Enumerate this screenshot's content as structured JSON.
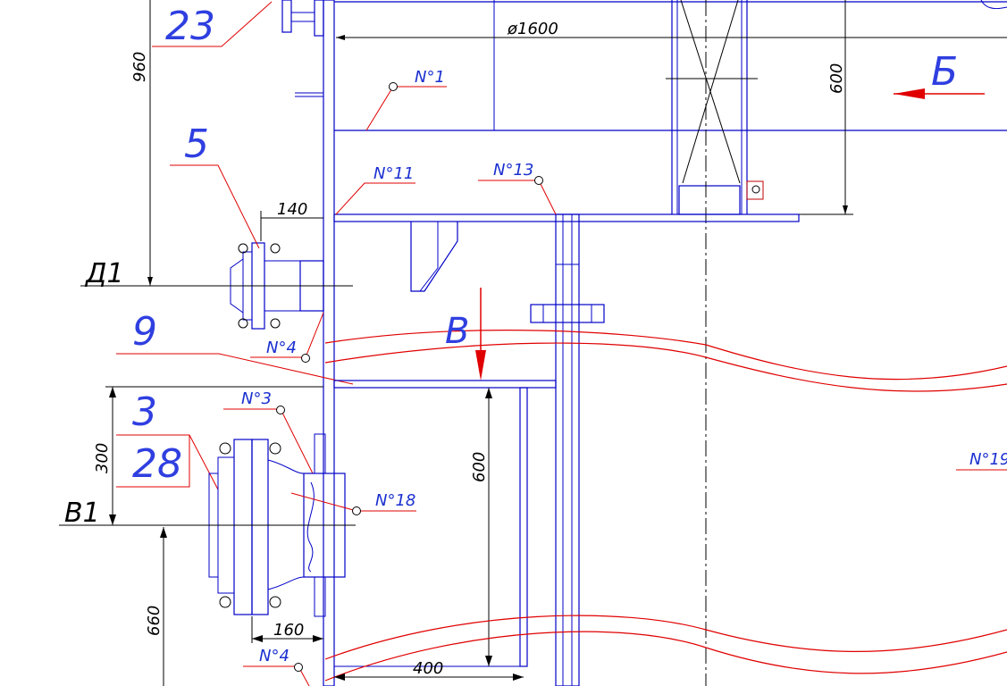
{
  "labels": {
    "item_23": "23",
    "item_5": "5",
    "item_9": "9",
    "item_3": "3",
    "item_28": "28",
    "section_B": "В",
    "section_Bb": "Б",
    "point_D1": "Д1",
    "point_V1": "В1"
  },
  "callouts": {
    "n1": "N°1",
    "n11": "N°11",
    "n13": "N°13",
    "n4_top": "N°4",
    "n3": "N°3",
    "n18": "N°18",
    "n19": "N°19",
    "n4_bottom": "N°4"
  },
  "dimensions": {
    "d1600": "ø1600",
    "d960": "960",
    "d600_top": "600",
    "d140": "140",
    "d300": "300",
    "d600_mid": "600",
    "d660": "660",
    "d160": "160",
    "d400": "400"
  },
  "colors": {
    "structure": "#0000c8",
    "leader": "#e00000",
    "dimension": "#000000"
  }
}
